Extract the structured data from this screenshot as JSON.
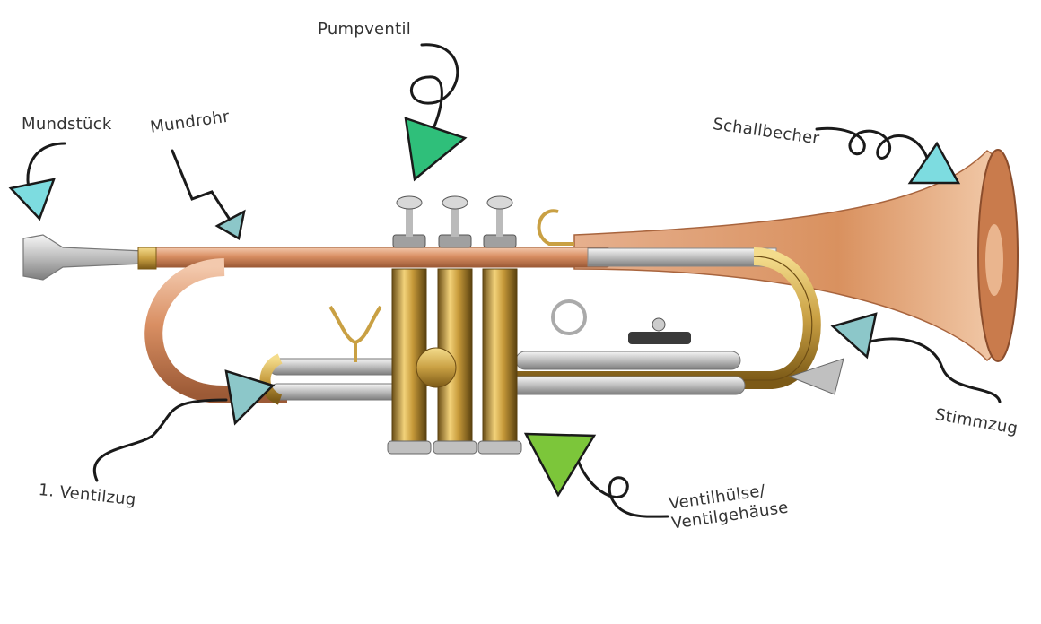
{
  "labels": {
    "mundstueck": "Mundstück",
    "mundrohr": "Mundrohr",
    "pumpventil": "Pumpventil",
    "schallbecher": "Schallbecher",
    "stimmzug": "Stimmzug",
    "ventilzug1": "1. Ventilzug",
    "ventilhuelse_line1": "Ventilhülse/",
    "ventilhuelse_line2": "Ventilgehäuse"
  },
  "colors": {
    "label_text": "#333333",
    "arrow_line": "#1a1a1a",
    "marker_teal": "#7ddce0",
    "marker_green_dark": "#2fbf7a",
    "marker_green_lime": "#7cc63a",
    "marker_slate": "#8cc7c9",
    "brass": "#d9b24a",
    "copper": "#e0a07c",
    "silver": "#c9c9c9"
  }
}
